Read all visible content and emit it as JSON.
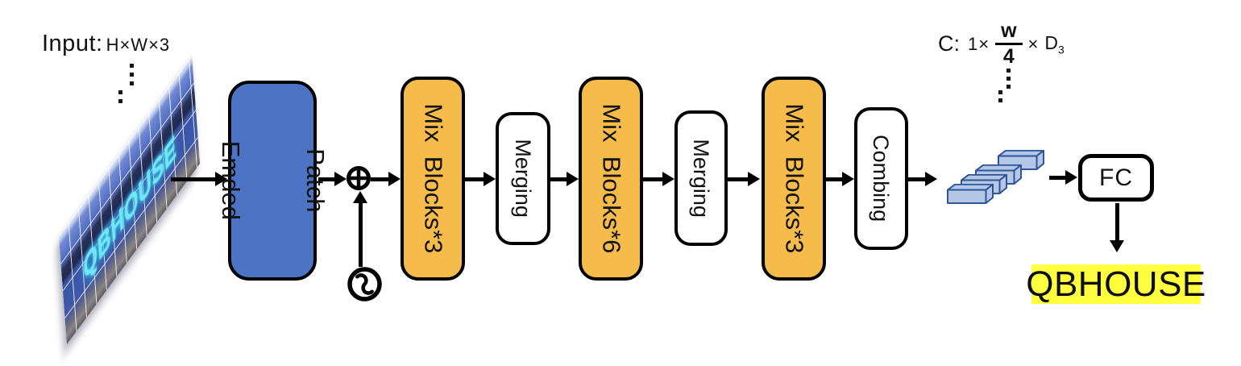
{
  "input": {
    "label": "Input:",
    "dims": "H×W×3"
  },
  "photo": {
    "text": "QBHOUSE"
  },
  "blocks": {
    "patch_embed": {
      "line1": "Patch",
      "line2": "Emded"
    },
    "mix1": {
      "label": "Mix  Blocks*3"
    },
    "merging1": {
      "label": "Merging"
    },
    "mix2": {
      "label": "Mix  Blocks*6"
    },
    "merging2": {
      "label": "Merging"
    },
    "mix3": {
      "label": "Mix  Blocks*3"
    },
    "combing": {
      "label": "Combing"
    },
    "fc": {
      "label": "FC"
    }
  },
  "output": {
    "label": "QBHOUSE"
  },
  "feature_dims": {
    "prefix": "C:",
    "term1": "1×",
    "frac_num": "w",
    "frac_den": "4",
    "times": "×",
    "d_base": "D",
    "d_sub": "3"
  },
  "icons": {
    "add": "plus-circle-icon",
    "positional_encoding": "sine-wave-circle-icon",
    "features": "feature-slab-3d",
    "ellipsis_left": "vertical-dots",
    "ellipsis_right": "vertical-dots"
  },
  "colors": {
    "patch_block": "#4D74C4",
    "mix_block": "#F6BC4B",
    "io_block": "#FFFFFF",
    "outline": "#000000",
    "slab_fill": "#B4C7E7",
    "slab_stroke": "#2F5597",
    "highlight": "#FFFF3F",
    "photo_text": "#6FE6F6"
  }
}
